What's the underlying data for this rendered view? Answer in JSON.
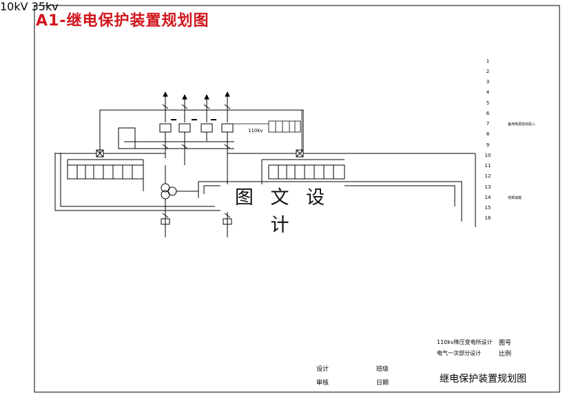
{
  "title": "A1-继电保护装置规划图",
  "watermark": "图 文 设 计",
  "bus_labels": {
    "kv110": "110kv",
    "kv10": "10kV",
    "kv35": "35kv"
  },
  "legend": {
    "rows": [
      {
        "n": "1",
        "text": ""
      },
      {
        "n": "2",
        "text": ""
      },
      {
        "n": "3",
        "text": ""
      },
      {
        "n": "4",
        "text": ""
      },
      {
        "n": "5",
        "text": ""
      },
      {
        "n": "6",
        "text": ""
      },
      {
        "n": "7",
        "text": "备用电源自动投入"
      },
      {
        "n": "8",
        "text": ""
      },
      {
        "n": "9",
        "text": ""
      },
      {
        "n": "10",
        "text": ""
      },
      {
        "n": "11",
        "text": ""
      },
      {
        "n": "12",
        "text": ""
      },
      {
        "n": "13",
        "text": ""
      },
      {
        "n": "14",
        "text": "低频减载"
      },
      {
        "n": "15",
        "text": ""
      },
      {
        "n": "16",
        "text": ""
      }
    ]
  },
  "title_block": {
    "project_line1": "110kv降压变电所设计",
    "project_line2": "电气一次部分设计",
    "drawing_no_label": "图号",
    "scale_label": "比例",
    "design_label": "设计",
    "review_label": "审核",
    "class_label": "班级",
    "date_label": "日期",
    "drawing_title": "继电保护装置规划图"
  }
}
